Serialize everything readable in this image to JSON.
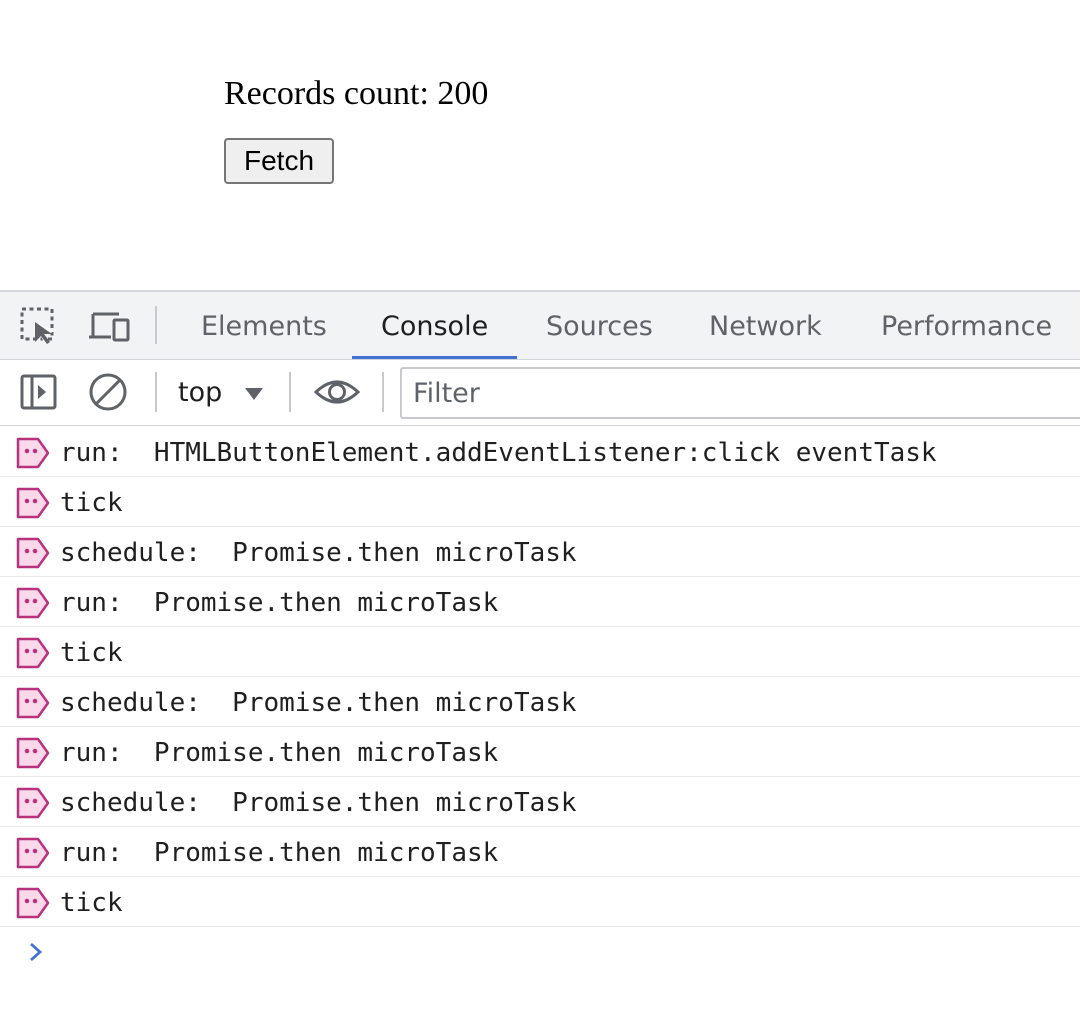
{
  "page": {
    "records_label": "Records count: 200",
    "fetch_button": "Fetch"
  },
  "devtools": {
    "tabs": [
      {
        "label": "Elements"
      },
      {
        "label": "Console",
        "active": true
      },
      {
        "label": "Sources"
      },
      {
        "label": "Network"
      },
      {
        "label": "Performance"
      }
    ],
    "toolbar_icons": [
      "inspect-element-icon",
      "device-toolbar-icon"
    ],
    "console_toolbar": {
      "sidebar_icon": "sidebar-toggle-icon",
      "clear_icon": "clear-console-icon",
      "context": "top",
      "eye_icon": "live-expression-icon",
      "filter_placeholder": "Filter"
    },
    "log_icon": "log-entry-icon",
    "logs": [
      "run:  HTMLButtonElement.addEventListener:click eventTask",
      "tick",
      "schedule:  Promise.then microTask",
      "run:  Promise.then microTask",
      "tick",
      "schedule:  Promise.then microTask",
      "run:  Promise.then microTask",
      "schedule:  Promise.then microTask",
      "run:  Promise.then microTask",
      "tick"
    ],
    "prompt_icon": "console-prompt-icon",
    "colors": {
      "accent": "#4470d4",
      "log_icon_fill": "#fbd9ea",
      "log_icon_stroke": "#b8327d"
    }
  }
}
